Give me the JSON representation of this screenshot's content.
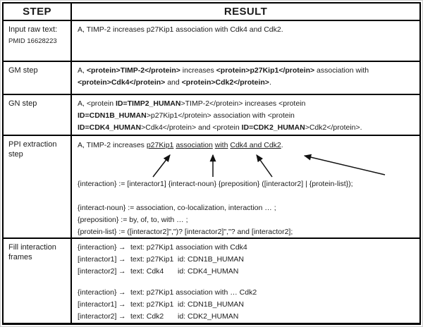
{
  "colors": {
    "border": "#000000",
    "text": "#1b1b1b",
    "background": "#ffffff"
  },
  "header": {
    "step": "STEP",
    "result": "RESULT"
  },
  "rows": {
    "input": {
      "step_label": "Input raw text:",
      "step_sub": "PMID 16628223",
      "result": "A, TIMP-2 increases p27Kip1 association with Cdk4 and Cdk2."
    },
    "gm": {
      "step_label": "GM step",
      "result_runs": [
        {
          "t": "A, "
        },
        {
          "t": "<protein>TIMP-2</protein>",
          "b": true
        },
        {
          "t": " increases "
        },
        {
          "t": "<protein>p27Kip1</protein>",
          "b": true
        },
        {
          "t": " association with"
        },
        {
          "br": true
        },
        {
          "t": "<protein>Cdk4</protein>",
          "b": true
        },
        {
          "t": " and "
        },
        {
          "t": "<protein>Cdk2</protein>",
          "b": true
        },
        {
          "t": "."
        }
      ]
    },
    "gn": {
      "step_label": "GN step",
      "result_runs": [
        {
          "t": "A, <protein "
        },
        {
          "t": "ID=TIMP2_HUMAN",
          "b": true
        },
        {
          "t": ">TIMP-2</protein> increases <protein"
        },
        {
          "br": true
        },
        {
          "t": "ID=CDN1B_HUMAN",
          "b": true
        },
        {
          "t": ">p27Kip1</protein> association with <protein"
        },
        {
          "br": true
        },
        {
          "t": "ID=CDK4_HUMAN",
          "b": true
        },
        {
          "t": ">Cdk4</protein> and <protein "
        },
        {
          "t": "ID=CDK2_HUMAN",
          "b": true
        },
        {
          "t": ">Cdk2</protein>."
        }
      ]
    },
    "ppi": {
      "step_label": "PPI extraction step",
      "sentence_runs": [
        {
          "t": "A, TIMP-2 increases "
        },
        {
          "t": "p27Kip1",
          "u": true
        },
        {
          "t": " "
        },
        {
          "t": "association",
          "u": true
        },
        {
          "t": " "
        },
        {
          "t": "with",
          "u": true
        },
        {
          "t": " "
        },
        {
          "t": "Cdk4 and Cdk2",
          "u": true
        },
        {
          "t": "."
        }
      ],
      "arrow_targets": [
        "p27Kip1",
        "association",
        "with",
        "Cdk4 and Cdk2"
      ],
      "rule": "{interaction} := [interactor1] {interact-noun} {preposition} ([interactor2] | {protein-list});",
      "defs": [
        "{interact-noun} := association, co-localization, interaction … ;",
        "{preposition} := by, of, to, with … ;",
        "{protein-list} := ([interactor2]\",\")? [interactor2]\",\"? and [interactor2];"
      ]
    },
    "frames": {
      "step_label": "Fill interaction frames",
      "arrow": "→",
      "blocks": [
        {
          "lines": [
            {
              "label": "{interaction}",
              "text": "text: p27Kip1 association with Cdk4",
              "id": ""
            },
            {
              "label": "[interactor1]",
              "text": "text: p27Kip1",
              "id": "id: CDN1B_HUMAN"
            },
            {
              "label": "[interactor2]",
              "text": "text: Cdk4",
              "id": "id: CDK4_HUMAN"
            }
          ]
        },
        {
          "lines": [
            {
              "label": "{interaction}",
              "text": "text: p27Kip1 association with … Cdk2",
              "id": ""
            },
            {
              "label": "[interactor1]",
              "text": "text: p27Kip1",
              "id": "id: CDN1B_HUMAN"
            },
            {
              "label": "[interactor2]",
              "text": "text: Cdk2",
              "id": "id: CDK2_HUMAN"
            }
          ]
        }
      ]
    }
  }
}
